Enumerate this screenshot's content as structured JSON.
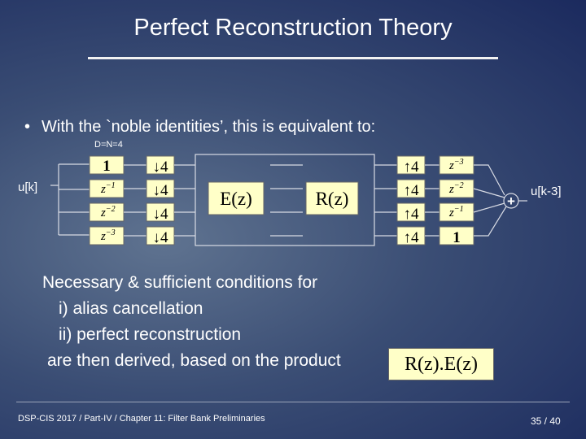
{
  "title": "Perfect Reconstruction Theory",
  "bullet": "With the `noble identities’, this is equivalent to:",
  "bullet_mark": "•",
  "diagram": {
    "dn_label": "D=N=4",
    "input_label": "u[k]",
    "output_label": "u[k-3]",
    "delays_in": [
      "1",
      "z",
      "z",
      "z"
    ],
    "delays_in_exp": [
      "",
      "−1",
      "−2",
      "−3"
    ],
    "downsamplers": [
      "↓4",
      "↓4",
      "↓4",
      "↓4"
    ],
    "E_block": "E(z)",
    "R_block": "R(z)",
    "upsamplers": [
      "↑4",
      "↑4",
      "↑4",
      "↑4"
    ],
    "delays_out": [
      "z",
      "z",
      "z",
      "1"
    ],
    "delays_out_exp": [
      "−3",
      "−2",
      "−1",
      ""
    ],
    "adder": "+"
  },
  "conditions": {
    "line1": "Necessary & sufficient conditions for",
    "line2": "i) alias cancellation",
    "line3": "ii) perfect reconstruction",
    "line4": "are then derived, based on the product",
    "product": "R(z).E(z)"
  },
  "footer": {
    "left": "DSP-CIS 2017  / Part-IV  /   Chapter 11: Filter Bank Preliminaries",
    "page": "35 / 40"
  }
}
